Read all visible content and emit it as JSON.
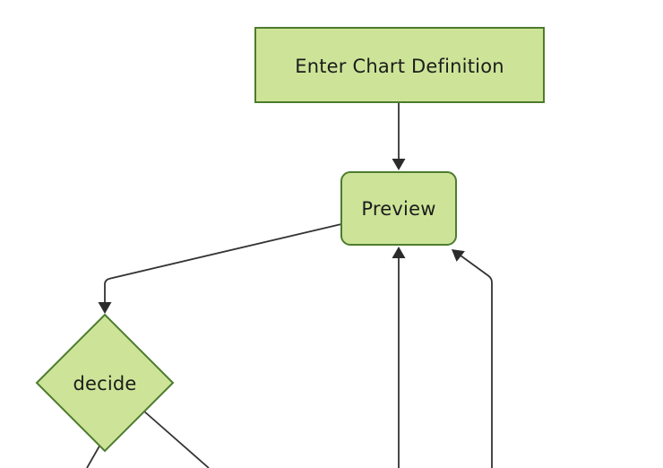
{
  "diagram": {
    "type": "flowchart",
    "direction": "top-down",
    "background": "#ffffff",
    "theme": {
      "node_fill": "#cde498",
      "node_border": "#4d7c2e",
      "edge_color": "#333333",
      "arrowhead_color": "#2b2b2b",
      "label_color": "#1c1c1c"
    },
    "nodes": [
      {
        "id": "enter-chart-definition",
        "label": "Enter Chart Definition",
        "shape": "rectangle"
      },
      {
        "id": "preview",
        "label": "Preview",
        "shape": "rounded-rectangle"
      },
      {
        "id": "decide",
        "label": "decide",
        "shape": "diamond"
      }
    ],
    "edges": [
      {
        "from": "enter-chart-definition",
        "to": "preview",
        "arrow": true
      },
      {
        "from": "preview",
        "to": "decide",
        "arrow": true
      },
      {
        "from": "offscreen-bottom-center",
        "to": "preview",
        "arrow": true
      },
      {
        "from": "offscreen-bottom-right",
        "to": "preview",
        "arrow": true
      },
      {
        "from": "decide",
        "to": "offscreen-bottom-left",
        "arrow": false
      },
      {
        "from": "decide",
        "to": "offscreen-bottom-right",
        "arrow": false
      }
    ]
  }
}
